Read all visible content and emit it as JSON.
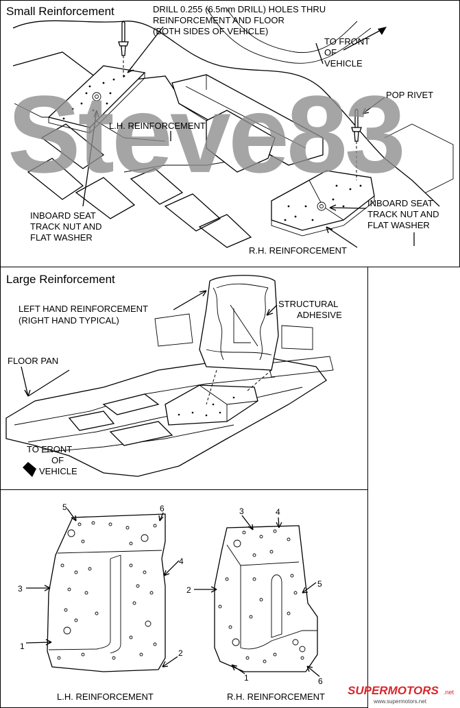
{
  "panels": {
    "small": {
      "title": "Small Reinforcement",
      "watermark": "Steve83",
      "labels": {
        "drill_line1": "DRILL 0.255 (6.5mm DRILL) HOLES THRU",
        "drill_line2": "REINFORCEMENT AND FLOOR",
        "drill_line3": "(BOTH SIDES OF VEHICLE)",
        "front_line1": "TO FRONT",
        "front_line2": "OF",
        "front_line3": "VEHICLE",
        "pop_rivet": "POP RIVET",
        "lh": "L.H. REINFORCEMENT",
        "inboard_left_1": "INBOARD SEAT",
        "inboard_left_2": "TRACK NUT AND",
        "inboard_left_3": "FLAT WASHER",
        "inboard_right_1": "INBOARD SEAT",
        "inboard_right_2": "TRACK NUT AND",
        "inboard_right_3": "FLAT WASHER",
        "rh": "R.H. REINFORCEMENT"
      }
    },
    "large": {
      "title": "Large Reinforcement",
      "labels": {
        "lhr_line1": "LEFT HAND  REINFORCEMENT",
        "lhr_line2": "(RIGHT HAND  TYPICAL)",
        "adhesive_line1": "STRUCTURAL",
        "adhesive_line2": "ADHESIVE",
        "floor_pan": "FLOOR PAN",
        "front_line1": "TO FRONT",
        "front_line2": "OF",
        "front_line3": "VEHICLE"
      }
    },
    "bottom": {
      "lh_caption": "L.H. REINFORCEMENT",
      "rh_caption": "R.H. REINFORCEMENT",
      "lh_numbers": {
        "n1": "1",
        "n2": "2",
        "n3": "3",
        "n4": "4",
        "n5": "5",
        "n6": "6"
      },
      "rh_numbers": {
        "n1": "1",
        "n2": "2",
        "n3": "3",
        "n4": "4",
        "n5": "5",
        "n6": "6"
      }
    }
  },
  "logo": {
    "brand": "SUPERMOTORS",
    "url": ".net",
    "site": "www.supermotors.net",
    "color": "#d8262b"
  }
}
